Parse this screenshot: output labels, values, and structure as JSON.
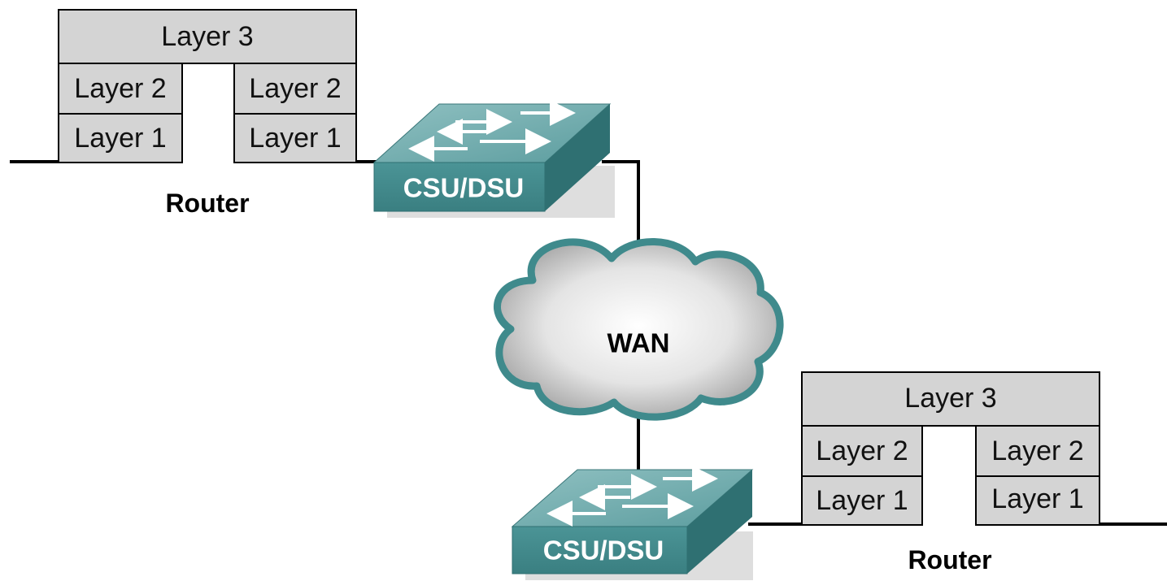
{
  "routers": [
    {
      "caption": "Router",
      "layer3": "Layer 3",
      "left_stack": {
        "layer2": "Layer 2",
        "layer1": "Layer 1"
      },
      "right_stack": {
        "layer2": "Layer 2",
        "layer1": "Layer 1"
      }
    },
    {
      "caption": "Router",
      "layer3": "Layer 3",
      "left_stack": {
        "layer2": "Layer 2",
        "layer1": "Layer 1"
      },
      "right_stack": {
        "layer2": "Layer 2",
        "layer1": "Layer 1"
      }
    }
  ],
  "csu_dsu": [
    {
      "label": "CSU/DSU"
    },
    {
      "label": "CSU/DSU"
    }
  ],
  "wan": {
    "label": "WAN"
  },
  "colors": {
    "layer_fill": "#d4d4d4",
    "device_front": "#3f8a8c",
    "device_top": "#6aa9aa",
    "device_side": "#2d6e70",
    "cloud_edge": "#3f8a8c"
  }
}
